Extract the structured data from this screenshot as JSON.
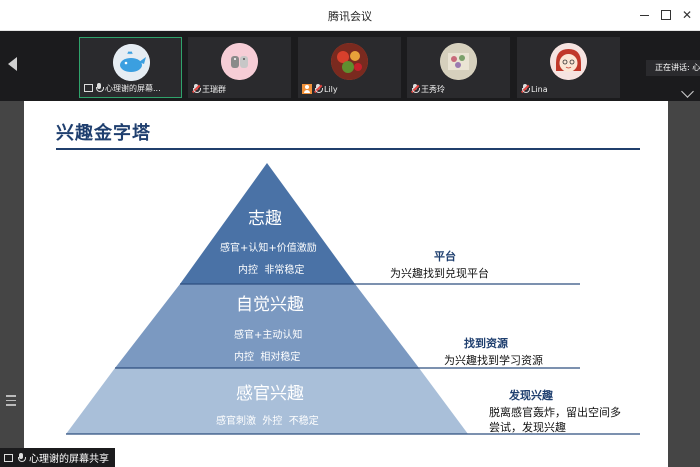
{
  "window": {
    "title": "腾讯会议"
  },
  "participants": [
    {
      "name": "心理谢的屏幕...",
      "mic": "on",
      "indicator": "screen-share",
      "active": true
    },
    {
      "name": "王瑞群",
      "mic": "muted",
      "indicator": "none",
      "active": false
    },
    {
      "name": "Lily",
      "mic": "muted",
      "indicator": "person",
      "active": false
    },
    {
      "name": "王秀玲",
      "mic": "muted",
      "indicator": "none",
      "active": false
    },
    {
      "name": "Lina",
      "mic": "muted",
      "indicator": "none",
      "active": false
    }
  ],
  "speaking_label": "正在讲话: 心",
  "slide": {
    "title": "兴趣金字塔",
    "levels": [
      {
        "heading": "志趣",
        "line1": "感官+认知+价值激励",
        "line2": "内控  非常稳定"
      },
      {
        "heading": "自觉兴趣",
        "line1": "感官+主动认知",
        "line2": "内控  相对稳定"
      },
      {
        "heading": "感官兴趣",
        "line1": "感官刺激  外控  不稳定"
      }
    ],
    "side_notes": [
      {
        "title": "平台",
        "text": "为兴趣找到兑现平台"
      },
      {
        "title": "找到资源",
        "text": "为兴趣找到学习资源"
      },
      {
        "title": "发现兴趣",
        "text_line1": "脱离感官轰炸，留出空间多",
        "text_line2": "尝试，发现兴趣"
      }
    ]
  },
  "share_badge": "心理谢的屏幕共享",
  "colors": {
    "tier_top": "#4a72a6",
    "tier_mid": "#7b99c1",
    "tier_bottom": "#a9bfd9",
    "title_color": "#1f3f6f",
    "active_border": "#2fa36b",
    "muted_red": "#e0433f"
  }
}
